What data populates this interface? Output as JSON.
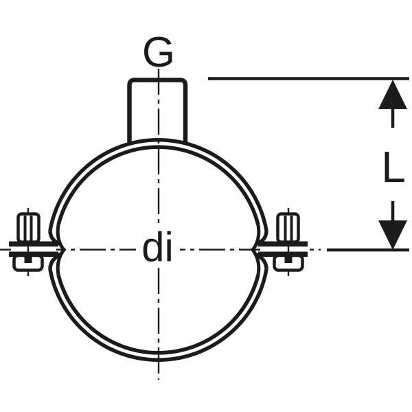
{
  "diagram": {
    "type": "technical-drawing",
    "subject": "pipe clamp with threaded socket",
    "labels": {
      "thread": "G",
      "inner_diameter": "di",
      "length": "L"
    },
    "colors": {
      "line": "#1b1b1b",
      "background": "#ffffff"
    }
  }
}
